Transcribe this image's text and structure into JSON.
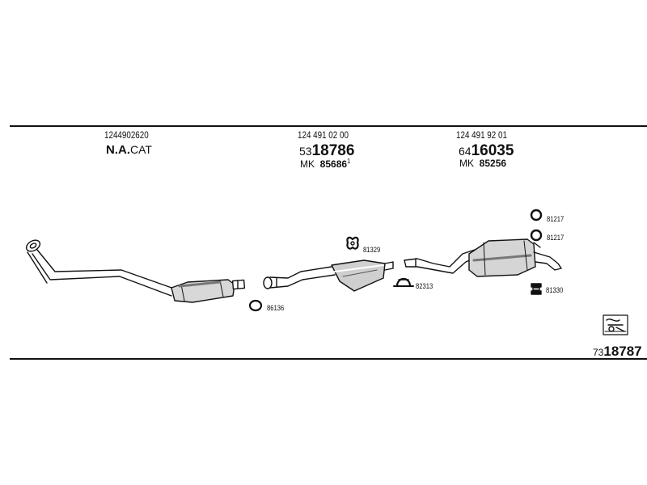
{
  "col1": {
    "oem": "1244902620",
    "name_bold": "N.A.",
    "name_rest": "CAT"
  },
  "col2": {
    "oem": "124 491 02 00",
    "ref_prefix": "53",
    "ref_bold": "18786",
    "mk_prefix": "MK",
    "mk_number": "85686",
    "mk_note": "1"
  },
  "col3": {
    "oem": "124 491 92 01",
    "ref_prefix": "64",
    "ref_bold": "16035",
    "mk_prefix": "MK",
    "mk_number": "85256"
  },
  "parts": {
    "gasket_86136": "86136",
    "mount_81329": "81329",
    "clamp_82313": "82313",
    "ring_81217_a": "81217",
    "ring_81217_b": "81217",
    "mount_81330": "81330"
  },
  "kit": {
    "prefix": "73",
    "number": "18787"
  }
}
